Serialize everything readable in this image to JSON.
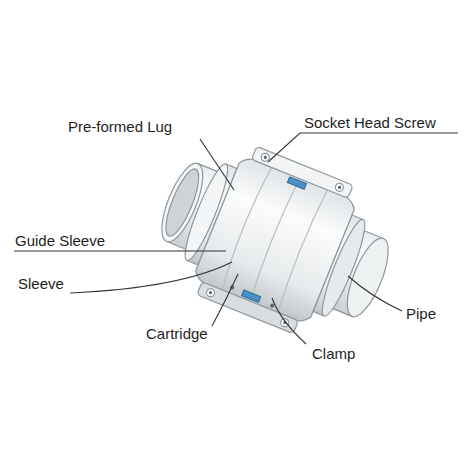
{
  "diagram": {
    "labels": [
      "Pre-formed Lug",
      "Socket Head Screw",
      "Guide Sleeve",
      "Sleeve",
      "Cartridge",
      "Clamp",
      "Pipe"
    ]
  }
}
